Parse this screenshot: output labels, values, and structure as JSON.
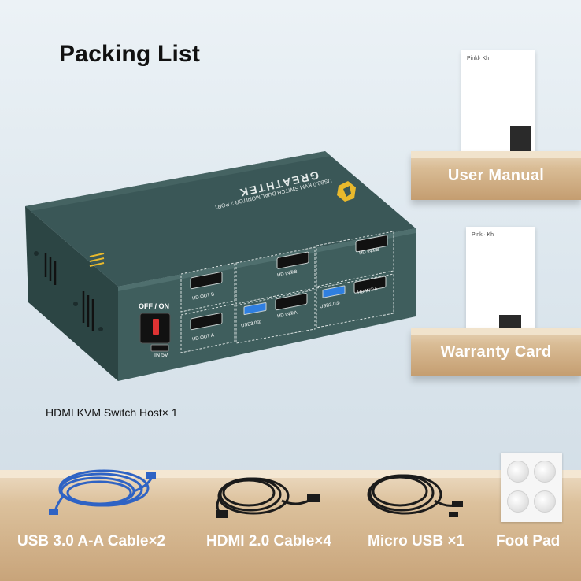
{
  "header": {
    "title": "Packing List"
  },
  "main_product": {
    "caption": "HDMI KVM Switch Host× 1",
    "brand_text": "GREATHTEK",
    "model_text": "USB3.0 KVM SWITCH DUAL MONITOR 2 PORT",
    "power_label": "OFF / ON",
    "power_in_label": "IN 5V",
    "ports": {
      "hd_out_b": "HD OUT B",
      "hd_out_a": "HD OUT A",
      "hd_in_2b": "HD IN②B",
      "hd_in_1b": "HD IN①B",
      "hd_in_2a": "HD IN②A",
      "hd_in_1a": "HD IN①A",
      "usb_2": "USB3.0②",
      "usb_1": "USB3.0①"
    }
  },
  "side_items": [
    {
      "label": "User Manual",
      "doc_brand": "Pinkl· Kh"
    },
    {
      "label": "Warranty Card",
      "doc_brand": "Pinkl· Kh"
    }
  ],
  "accessories": [
    {
      "label": "USB 3.0 A-A Cable×2",
      "cable_color": "#2f63c4"
    },
    {
      "label": "HDMI 2.0 Cable×4",
      "cable_color": "#1b1b1b"
    },
    {
      "label": "Micro USB ×1",
      "cable_color": "#1b1b1b"
    },
    {
      "label": "Foot Pad",
      "cable_color": "#f2f2f2"
    }
  ],
  "colors": {
    "device_body": "#2f4b4b",
    "device_front": "#3f5e5d",
    "accent_yellow": "#e9b92c",
    "usb_blue": "#2f7fe0"
  }
}
